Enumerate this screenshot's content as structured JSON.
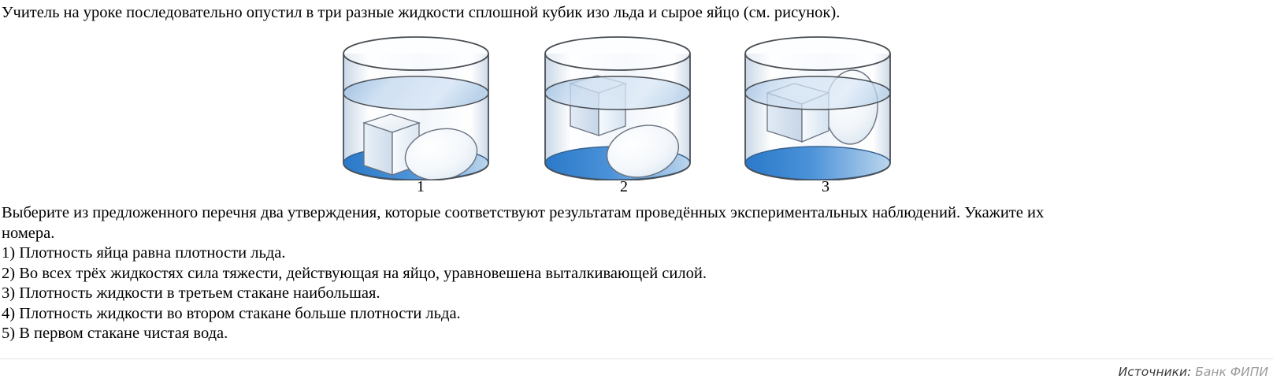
{
  "intro": "Учитель на уроке последовательно опустил в три разные жидкости сплошной кубик изо льда и сырое яйцо (см. рисунок).",
  "prompt_line_1": "Выберите из предложенного перечня два утверждения, которые соответствуют результатам проведённых экспериментальных наблюдений. Укажите их",
  "prompt_line_2": "номера.",
  "options": [
    "1) Плотность яйца равна плотности льда.",
    "2) Во всех трёх жидкостях сила тяжести, действующая на яйцо, уравновешена выталкивающей силой.",
    "3) Плотность жидкости в третьем стакане наибольшая.",
    "4) Плотность жидкости во втором стакане больше плотности льда.",
    "5) В первом стакане чистая вода."
  ],
  "figure": {
    "beakers": [
      {
        "label": "1",
        "cube_state": "sunk-bottom",
        "egg_state": "sunk-bottom"
      },
      {
        "label": "2",
        "cube_state": "floating-surface",
        "egg_state": "sunk-bottom"
      },
      {
        "label": "3",
        "cube_state": "floating-surface",
        "egg_state": "floating-surface"
      }
    ]
  },
  "colors": {
    "liquid_surface_light": "#e8f0fa",
    "liquid_surface_mid": "#b7d0ea",
    "liquid_bottom_dark": "#2f7fd0",
    "liquid_bottom_light": "#cfe0f2",
    "glass_outline": "#4a4f55",
    "solid_light": "#f4f7fb",
    "solid_shade": "#d7e2ee"
  },
  "footer": {
    "source_label": "Источники:",
    "source_value": "Банк ФИПИ"
  }
}
